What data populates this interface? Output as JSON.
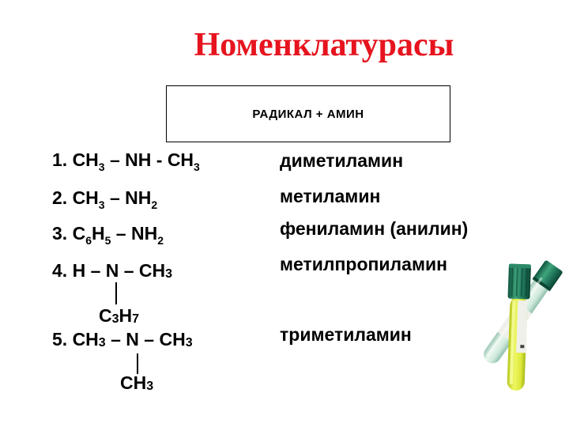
{
  "slide": {
    "title": "Номенклатурасы",
    "header_box_label": "РАДИКАЛ + АМИН",
    "colors": {
      "title_red": "#e6141e",
      "text_black": "#000000",
      "tube_cap_green": "#1e7258",
      "tube_body_yellow": "#dce93c",
      "tube_body_mint": "#cfe8dc",
      "tube_label_white": "#f0f0ea"
    },
    "formulas": [
      {
        "segments": [
          [
            "n",
            "1. CH"
          ],
          [
            "s",
            "3"
          ],
          [
            "n",
            " – NH - CH"
          ],
          [
            "s",
            "3"
          ]
        ]
      },
      {
        "segments": [
          [
            "n",
            "2. CH"
          ],
          [
            "s",
            "3"
          ],
          [
            "n",
            " – NH"
          ],
          [
            "s",
            "2"
          ]
        ]
      },
      {
        "segments": [
          [
            "n",
            "3. C"
          ],
          [
            "s",
            "6"
          ],
          [
            "n",
            "H"
          ],
          [
            "s",
            "5"
          ],
          [
            "n",
            " – NH"
          ],
          [
            "s",
            "2"
          ]
        ]
      },
      {
        "segments": [
          [
            "n",
            "4. H – N – CH"
          ],
          [
            "b",
            "3"
          ]
        ]
      },
      {
        "segments": [
          [
            "n",
            "5. CH"
          ],
          [
            "b",
            "3"
          ],
          [
            "n",
            " – N – CH"
          ],
          [
            "b",
            "3"
          ]
        ]
      }
    ],
    "branches": [
      {
        "attached_to": "formula-4",
        "segments": [
          [
            "n",
            "C"
          ],
          [
            "b",
            "3"
          ],
          [
            "n",
            "H"
          ],
          [
            "b",
            "7"
          ]
        ]
      },
      {
        "attached_to": "formula-5",
        "segments": [
          [
            "n",
            "CH"
          ],
          [
            "b",
            "3"
          ]
        ]
      }
    ],
    "names": [
      "диметиламин",
      "метиламин",
      "фениламин (анилин)",
      "метилпропиламин",
      "триметиламин"
    ],
    "illustration": "two test tubes with green caps"
  }
}
